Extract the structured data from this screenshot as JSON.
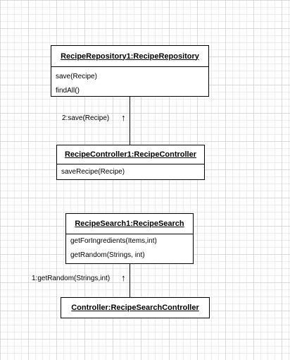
{
  "diagram": {
    "objects": [
      {
        "title": "RecipeRepository1:RecipeRepository",
        "operations": [
          "save(Recipe)",
          "findAll()"
        ]
      },
      {
        "title": "RecipeController1:RecipeController",
        "operations": [
          "saveRecipe(Recipe)"
        ]
      },
      {
        "title": "RecipeSearch1:RecipeSearch",
        "operations": [
          "getForIngredients(Items,int)",
          "getRandom(Strings, int)"
        ]
      },
      {
        "title": "Controller:RecipeSearchController",
        "operations": []
      }
    ],
    "messages": [
      {
        "label": "2:save(Recipe)",
        "arrow": "↑"
      },
      {
        "label": "1:getRandom(Strings,int)",
        "arrow": "↑"
      }
    ]
  }
}
